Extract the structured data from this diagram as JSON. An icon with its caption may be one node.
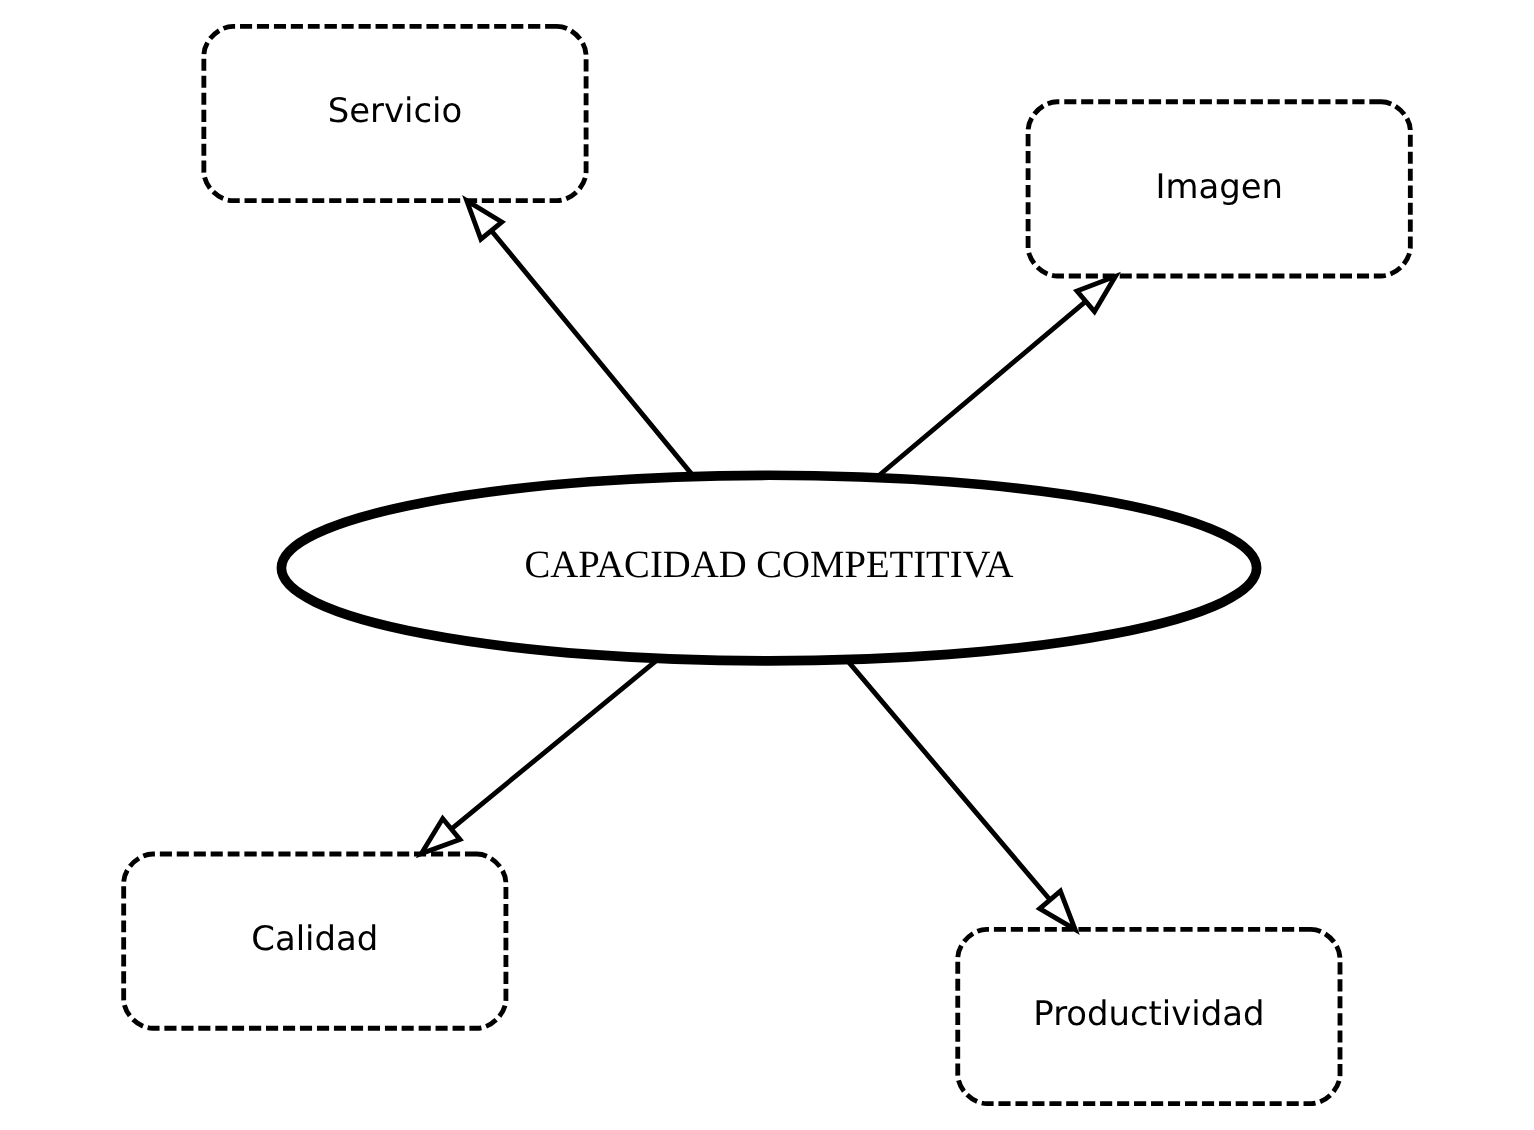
{
  "diagram": {
    "nodes": [
      {
        "text": [
          "Calidad"
        ]
      },
      {
        "text": [
          "Productividad"
        ]
      },
      {
        "text": [
          "CAPACIDAD COMPETITIVA"
        ]
      },
      {
        "text": [
          "Servicio"
        ]
      },
      {
        "text": [
          "Imagen"
        ]
      }
    ],
    "edges": [
      {
        "from": 2,
        "to": 0,
        "arrow": "to"
      },
      {
        "from": 2,
        "to": 1,
        "arrow": "to"
      },
      {
        "from": 2,
        "to": 3,
        "arrow": "to"
      },
      {
        "from": 2,
        "to": 4,
        "arrow": "to"
      }
    ]
  }
}
